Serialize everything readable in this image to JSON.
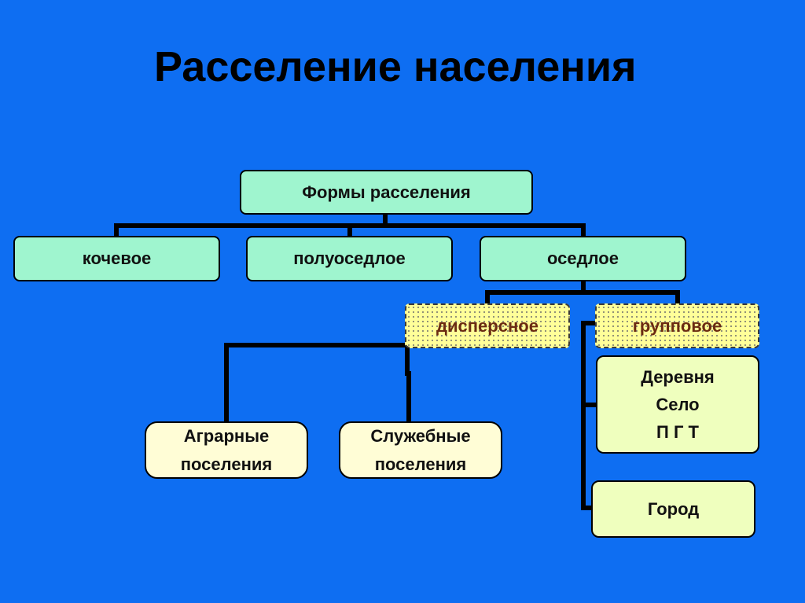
{
  "title": "Расселение населения",
  "diagram": {
    "root": "Формы расселения",
    "level1": {
      "nomadic": "кочевое",
      "semi_settled": "полуоседлое",
      "settled": "оседлое"
    },
    "level2": {
      "dispersed": "дисперсное",
      "group": "групповое"
    },
    "dispersed_children": {
      "agrarian": "Аграрные\nпоселения",
      "service": "Служебные\nпоселения"
    },
    "group_children": {
      "village_types": "Деревня\nСело\nП Г Т",
      "city": "Город"
    }
  },
  "colors": {
    "background": "#0e6ef2",
    "mint_box": "#9ff5cf",
    "cream_box": "#fffdd6",
    "dotted_box": "#ffff99",
    "pale_lime_box": "#efffbe"
  }
}
